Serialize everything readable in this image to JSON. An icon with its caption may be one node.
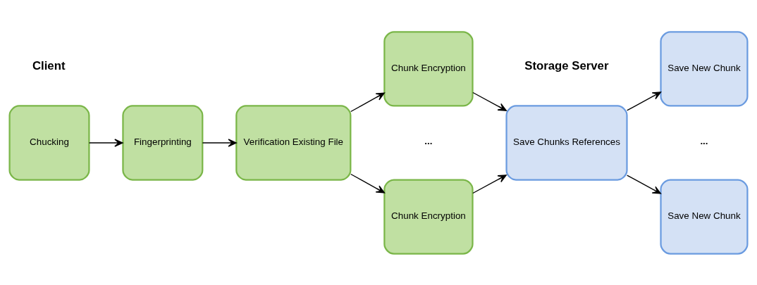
{
  "diagram": {
    "nodes": [
      {
        "text": [
          "Chucking"
        ]
      },
      {
        "text": [
          "Fingerprinting"
        ]
      },
      {
        "text": [
          "Verification Existing File"
        ]
      },
      {
        "text": [
          "Chunk Encryption"
        ]
      },
      {
        "text": [
          "Chunk Encryption"
        ]
      },
      {
        "text": [
          "Save Chunks References"
        ]
      },
      {
        "text": [
          "Save New Chunk"
        ]
      },
      {
        "text": [
          "Save New Chunk"
        ]
      }
    ],
    "edges": [
      {
        "from": 0,
        "to": 1,
        "arrow": "to"
      },
      {
        "from": 1,
        "to": 2,
        "arrow": "to"
      },
      {
        "from": 2,
        "to": 3,
        "arrow": "to"
      },
      {
        "from": 2,
        "to": 4,
        "arrow": "to"
      },
      {
        "from": 3,
        "to": 5,
        "arrow": "to"
      },
      {
        "from": 4,
        "to": 5,
        "arrow": "to"
      },
      {
        "from": 5,
        "to": 6,
        "arrow": "to"
      },
      {
        "from": 5,
        "to": 7,
        "arrow": "to"
      }
    ],
    "labels": [
      "Client",
      "Storage Server",
      "...",
      "..."
    ]
  }
}
